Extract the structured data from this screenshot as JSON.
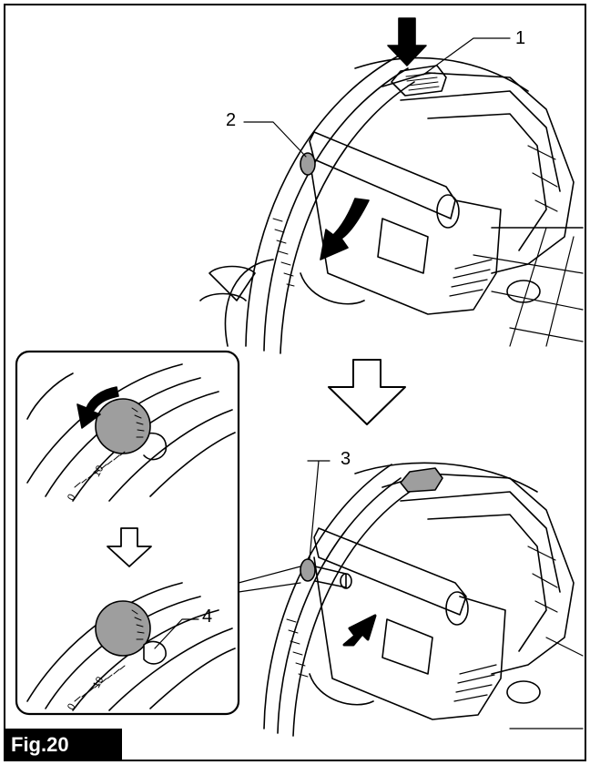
{
  "figure_label": "Fig.20",
  "callouts": [
    "1",
    "2",
    "3",
    "4"
  ],
  "scale_labels": {
    "inset_top": [
      "0",
      "10"
    ],
    "inset_bottom": [
      "0",
      "10"
    ]
  },
  "colors": {
    "line": "#000000",
    "knob_fill": "#9e9e9e",
    "background": "#ffffff"
  }
}
